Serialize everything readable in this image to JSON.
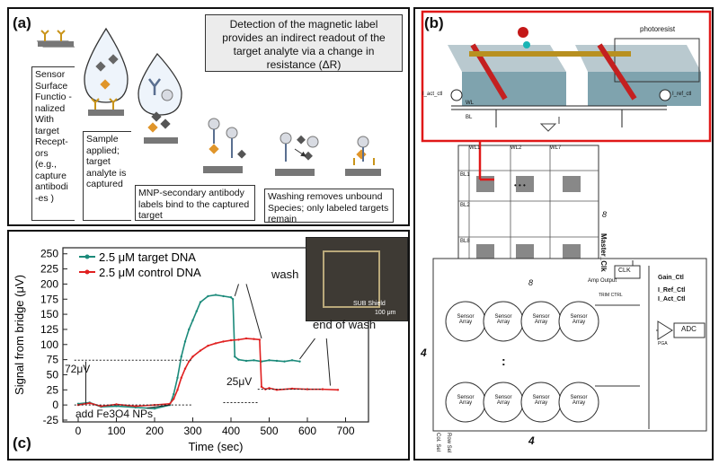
{
  "panel_a": {
    "label": "(a)",
    "detection_text": "Detection of the magnetic label provides an indirect readout of the target analyte via a change in resistance (ΔR)",
    "callouts": {
      "sensor": "Sensor Surface Functio -nalized With target Recept- ors (e.g., capture antibodi -es )",
      "sample": "Sample applied; target analyte is captured",
      "mnp": "MNP-secondary antibody labels bind to the captured target",
      "wash": "Washing removes unbound Species; only labeled targets remain"
    }
  },
  "panel_b": {
    "label": "(b)",
    "photoresist": "photoresist",
    "i_act": "I_act_ctl",
    "i_ref": "I_ref_ctl",
    "wl": "WL",
    "bl": "BL",
    "array_labels": {
      "wl": [
        "WL1",
        "WL2",
        "WL7"
      ],
      "bl": [
        "BL1",
        "BL2",
        "BL8"
      ],
      "rows": "8",
      "cols": "8",
      "amp_output": "Amp Output"
    },
    "block": {
      "sensor_array": "Sensor Array",
      "clk": "CLK",
      "master_clk": "Master_Clk",
      "gain_ctl": "Gain_Ctl",
      "i_ref_ctl": "I_Ref_Ctl",
      "i_act_ctl": "I_Act_Ctl",
      "adc": "ADC",
      "pga": "PGA",
      "dots": ":",
      "dots_h": "• • •",
      "four_left": "4",
      "four_bottom": "4",
      "col_sel": "Col. Sel",
      "row_sel": "Row Sel",
      "trim_ctrl": "TRIM CTRL"
    }
  },
  "panel_c": {
    "label": "(c)",
    "inset_label": "SUB Shield",
    "inset_scale": "100 μm",
    "annotations": {
      "wash": "wash",
      "end_of_wash": "end of wash",
      "v72": "72μV",
      "v25": "25μV",
      "add_np": "add Fe3O4 NPs"
    }
  },
  "chart_data": {
    "type": "line",
    "xlabel": "Time (sec)",
    "ylabel": "Signal from bridge (μV)",
    "xlim": [
      -40,
      760
    ],
    "ylim": [
      -28,
      260
    ],
    "xticks": [
      0,
      100,
      200,
      300,
      400,
      500,
      600,
      700
    ],
    "yticks": [
      -25,
      0,
      25,
      50,
      75,
      100,
      125,
      150,
      175,
      200,
      225,
      250
    ],
    "legend_position": "top-left",
    "series": [
      {
        "name": "2.5 μM target DNA",
        "color": "#1b8a7a",
        "x": [
          0,
          30,
          60,
          100,
          150,
          200,
          240,
          250,
          260,
          270,
          280,
          290,
          300,
          310,
          320,
          340,
          360,
          380,
          400,
          405,
          410,
          420,
          440,
          460,
          480,
          500,
          520,
          540,
          560,
          580
        ],
        "y": [
          2,
          4,
          -3,
          -2,
          -4,
          -6,
          0,
          18,
          45,
          80,
          105,
          125,
          140,
          155,
          170,
          180,
          182,
          180,
          178,
          175,
          80,
          75,
          73,
          74,
          72,
          74,
          73,
          72,
          74,
          72
        ]
      },
      {
        "name": "2.5 μM control DNA",
        "color": "#e02020",
        "x": [
          0,
          30,
          60,
          100,
          150,
          200,
          240,
          250,
          260,
          270,
          280,
          290,
          300,
          320,
          340,
          360,
          380,
          400,
          420,
          440,
          460,
          475,
          480,
          490,
          500,
          520,
          560,
          600,
          640,
          680
        ],
        "y": [
          0,
          3,
          -2,
          1,
          -2,
          0,
          2,
          10,
          25,
          45,
          60,
          72,
          80,
          90,
          98,
          102,
          105,
          107,
          108,
          110,
          109,
          108,
          30,
          26,
          28,
          25,
          27,
          26,
          26,
          25
        ]
      }
    ]
  }
}
